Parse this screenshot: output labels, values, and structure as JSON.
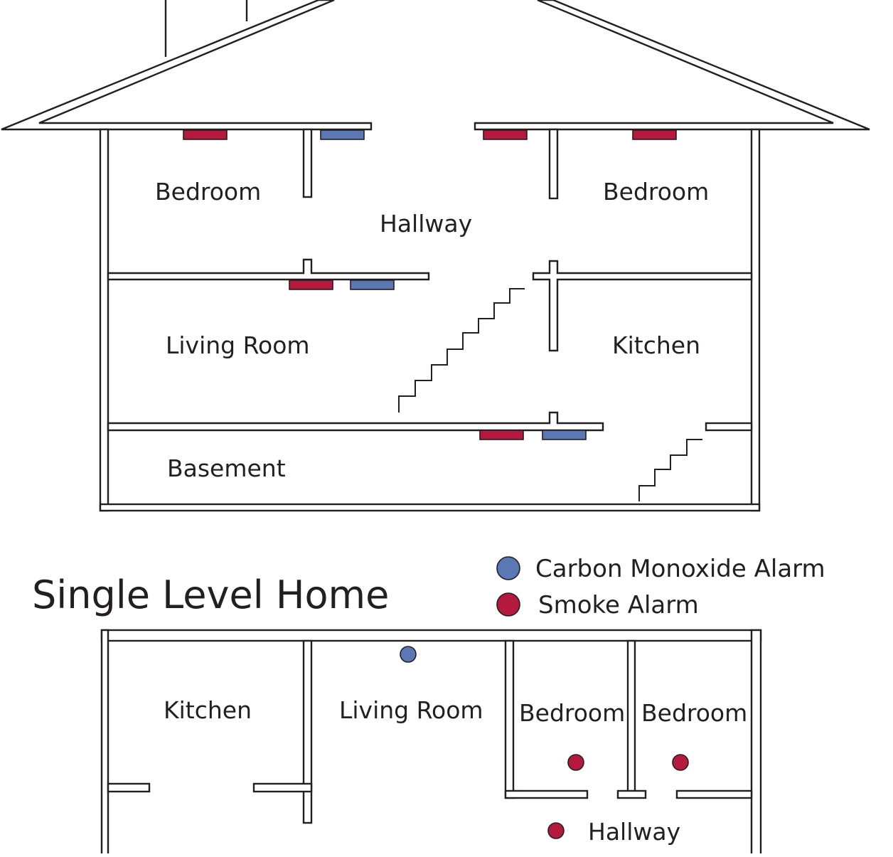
{
  "multi_level_home": {
    "rooms": {
      "bedroom_left": "Bedroom",
      "hallway": "Hallway",
      "bedroom_right": "Bedroom",
      "living_room": "Living Room",
      "kitchen": "Kitchen",
      "basement": "Basement"
    }
  },
  "single_level_home": {
    "title": "Single Level Home",
    "rooms": {
      "kitchen": "Kitchen",
      "living_room": "Living Room",
      "bedroom_1": "Bedroom",
      "bedroom_2": "Bedroom",
      "hallway": "Hallway"
    }
  },
  "legend": {
    "items": [
      {
        "label": "Carbon Monoxide Alarm",
        "color": "#5b78b5"
      },
      {
        "label": "Smoke Alarm",
        "color": "#b5193e"
      }
    ]
  },
  "colors": {
    "smoke_alarm": "#b5193e",
    "co_alarm": "#5b78b5",
    "line": "#231f20"
  }
}
